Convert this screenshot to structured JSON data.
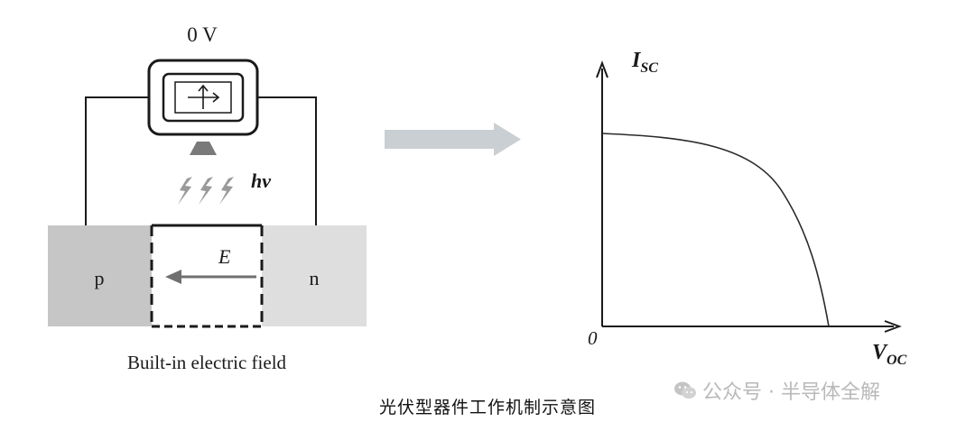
{
  "left_diagram": {
    "meter_reading": "0 V",
    "photon_label": "hν",
    "field_label": "E",
    "p_label": "p",
    "n_label": "n",
    "subtitle": "Built-in electric field"
  },
  "iv_plot": {
    "y_axis_label": "I",
    "y_axis_subscript": "SC",
    "x_axis_label": "V",
    "x_axis_subscript": "OC",
    "origin_label": "0"
  },
  "caption": "光伏型器件工作机制示意图",
  "watermark": {
    "icon": "wechat-icon",
    "text": "公众号 · 半导体全解"
  },
  "colors": {
    "p_region": "#c6c6c6",
    "n_region": "#dedede",
    "arrow": "#c9cfd3",
    "lamp": "#7a7a7a",
    "line": "#1a1a1a"
  }
}
